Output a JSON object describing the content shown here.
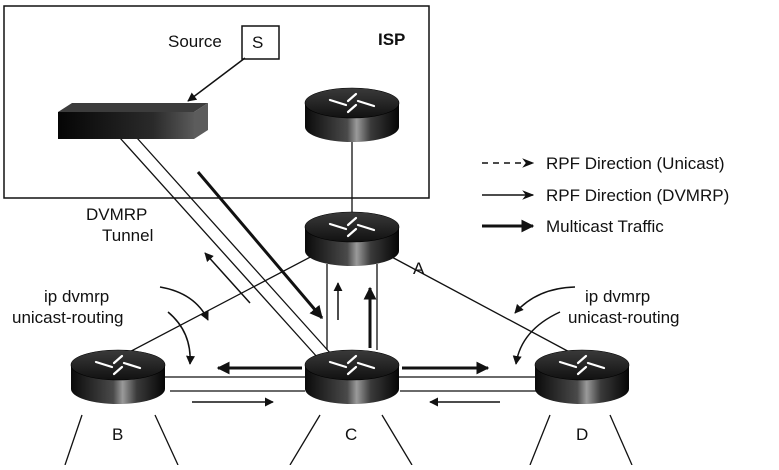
{
  "isp_box": {
    "label": "ISP"
  },
  "source": {
    "prefix": "Source",
    "box_letter": "S"
  },
  "tunnel": {
    "line1": "DVMRP",
    "line2": "Tunnel"
  },
  "annotations": {
    "left": {
      "line1": "ip dvmrp",
      "line2": "unicast-routing"
    },
    "right": {
      "line1": "ip dvmrp",
      "line2": "unicast-routing"
    }
  },
  "routers": {
    "isp": {
      "label": ""
    },
    "a": {
      "label": "A"
    },
    "b": {
      "label": "B"
    },
    "c": {
      "label": "C"
    },
    "d": {
      "label": "D"
    }
  },
  "legend": {
    "unicast": "RPF Direction (Unicast)",
    "dvmrp": "RPF Direction (DVMRP)",
    "multicast": "Multicast Traffic"
  }
}
